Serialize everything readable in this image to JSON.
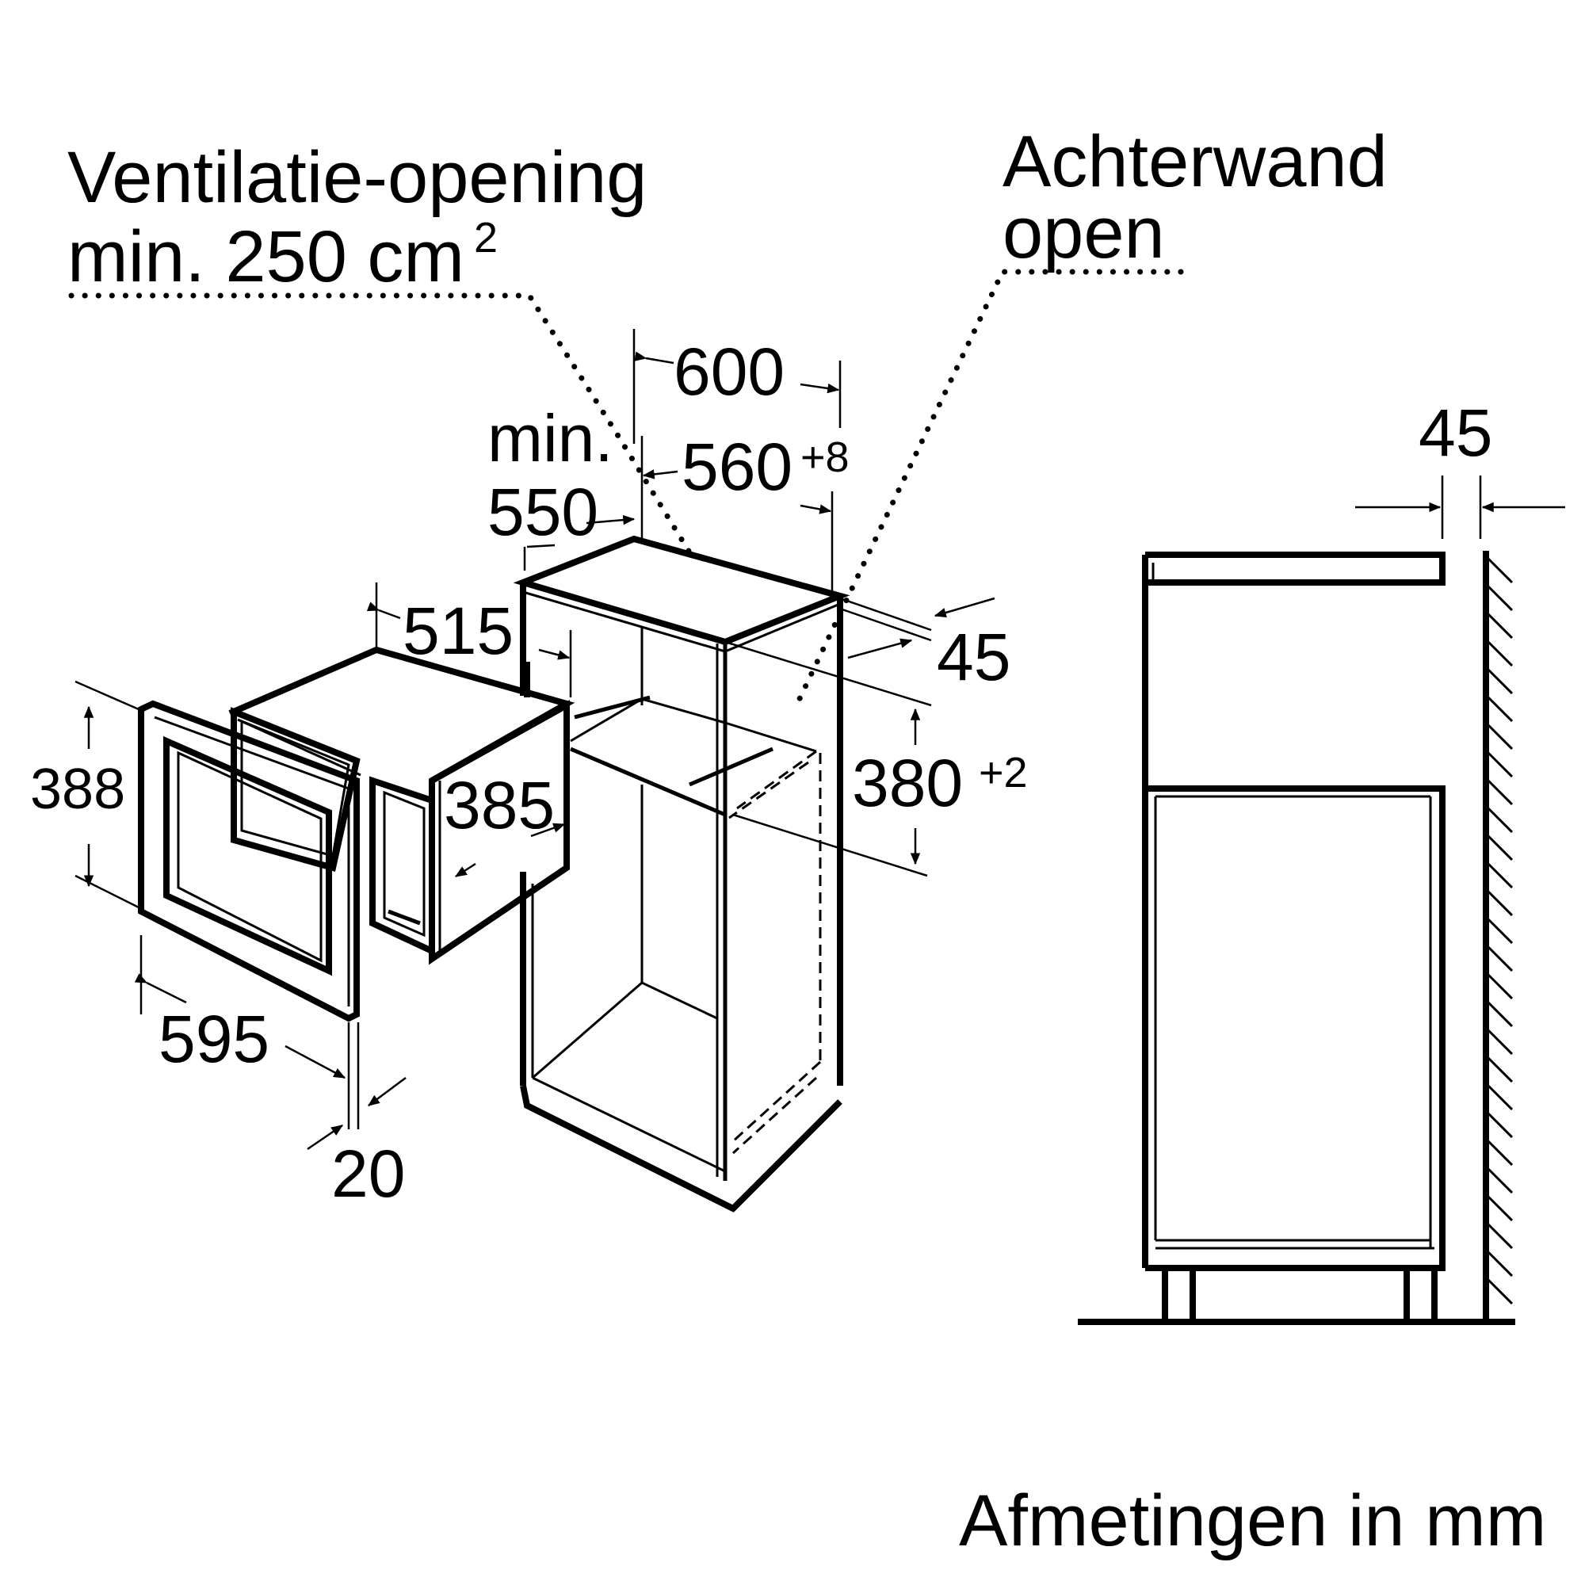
{
  "labels": {
    "ventilation_line1": "Ventilatie-opening",
    "ventilation_line2": "min. 250 cm",
    "ventilation_sup": "2",
    "back_wall_line1": "Achterwand",
    "back_wall_line2": "open",
    "units": "Afmetingen in mm"
  },
  "dimensions": {
    "cabinet_width": "600",
    "niche_width": "560",
    "niche_width_tol": "+8",
    "min_label": "min.",
    "niche_depth_min": "550",
    "appliance_depth": "515",
    "back_gap": "45",
    "niche_height": "380",
    "niche_height_tol": "+2",
    "front_height": "388",
    "body_height": "385",
    "front_width": "595",
    "front_thickness": "20",
    "side_gap": "45"
  }
}
